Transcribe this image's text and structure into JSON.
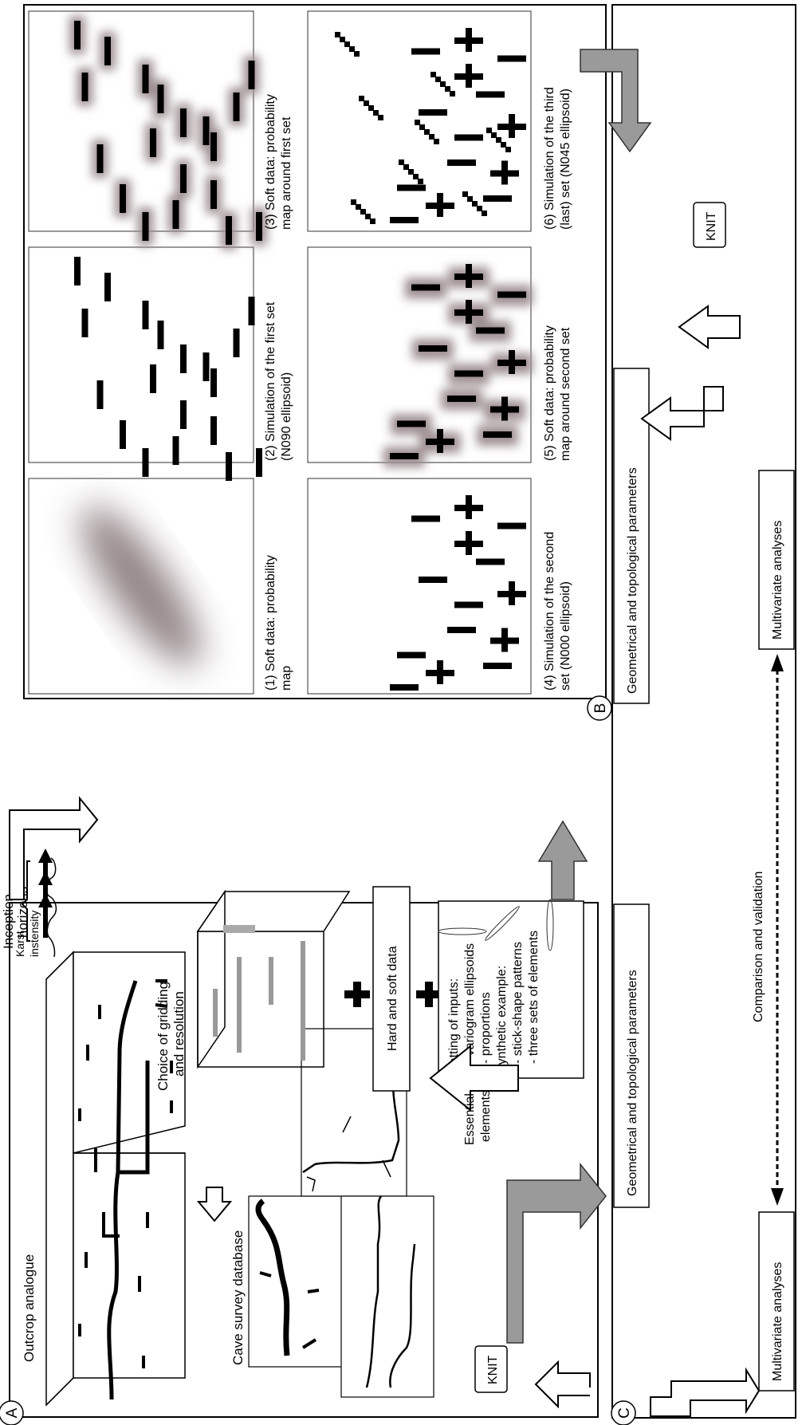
{
  "panels": {
    "a": "A",
    "b": "B",
    "c": "C"
  },
  "panel_a": {
    "outcrop": "Outcrop analogue",
    "karst_intensity": [
      "Karst",
      "instensity"
    ],
    "inception_horizons": [
      "Inception",
      "horizons"
    ],
    "cave_survey": "Cave survey database",
    "gridding": [
      "Choice of gridding",
      "and resolution"
    ],
    "hard_soft": "Hard and soft data",
    "knit": "KNIT",
    "essential_elements": [
      "Essential",
      "elements"
    ],
    "settings_lines": [
      "Setting of inputs:",
      "- variogram ellipsoids",
      "- proportions",
      "Synthetic example:",
      "- stick-shape patterns",
      "- three sets of elements"
    ]
  },
  "panel_b": {
    "captions": [
      [
        "(1) Soft data: probability",
        "map"
      ],
      [
        "(2) Simulation of the first set",
        "(N090 ellipsoid)"
      ],
      [
        "(3) Soft data: probability",
        "map around first set"
      ],
      [
        "(4) Simulation of the second",
        "set (N000 ellipsoid)"
      ],
      [
        "(5) Soft data: probability",
        "map around second set"
      ],
      [
        "(6) Simulation of the third",
        "(last) set (N045 ellipsoid)"
      ]
    ]
  },
  "panel_c": {
    "geo_left": "Geometrical and topological parameters",
    "geo_right": "Geometrical and topological parameters",
    "multi_left": "Multivariate analyses",
    "multi_right": "Multivariate analyses",
    "comparison": "Comparison and validation",
    "knit": "KNIT"
  },
  "colors": {
    "line": "#000000",
    "grid_bg": "#ffffff",
    "grid_line": "#555555",
    "gray_arrow": "#9a9a9a",
    "soft_halo": "#9e8f92"
  },
  "icons": {
    "plus": "plus-icon",
    "arrow_hollow": "hollow-arrow-icon",
    "arrow_gray": "gray-arrow-icon"
  }
}
